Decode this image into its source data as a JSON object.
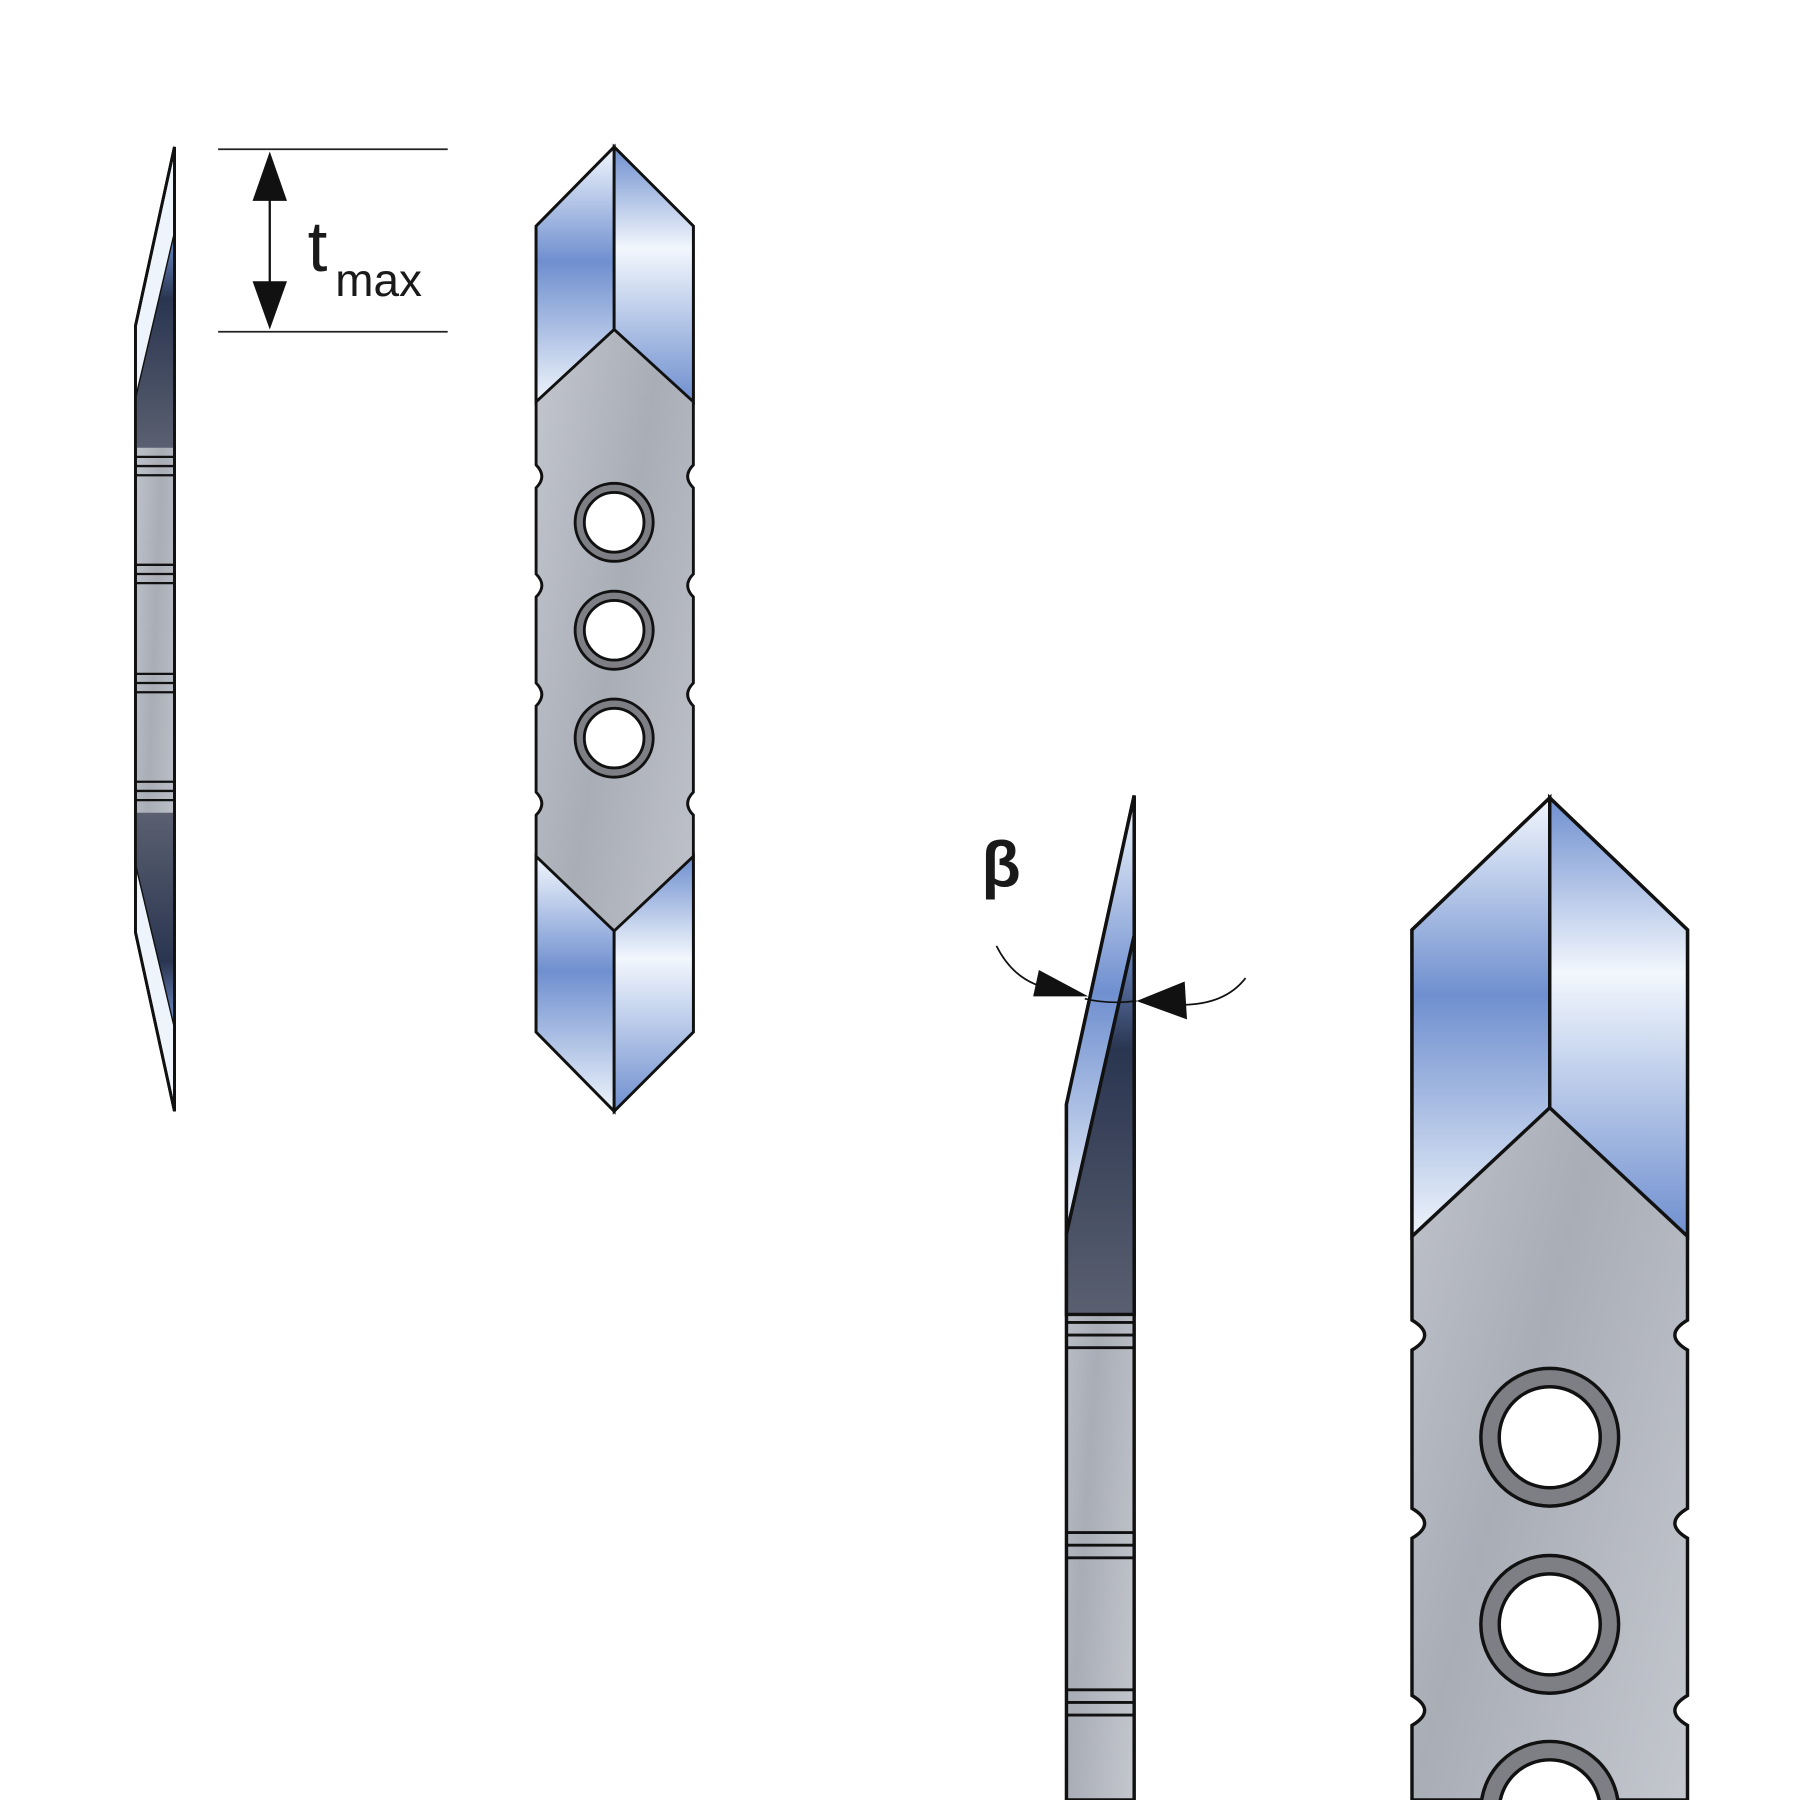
{
  "labels": {
    "thickness_symbol": "t",
    "thickness_subscript": "max",
    "angle_symbol": "β"
  },
  "colors": {
    "steel": "#b9bcc4",
    "bevel_blue": "#6f8fcf",
    "bevel_light": "#eef4fb",
    "dark_edge": "#2a3550",
    "outline": "#111111"
  },
  "front_small_holes": 3,
  "front_large_holes_visible": 3
}
